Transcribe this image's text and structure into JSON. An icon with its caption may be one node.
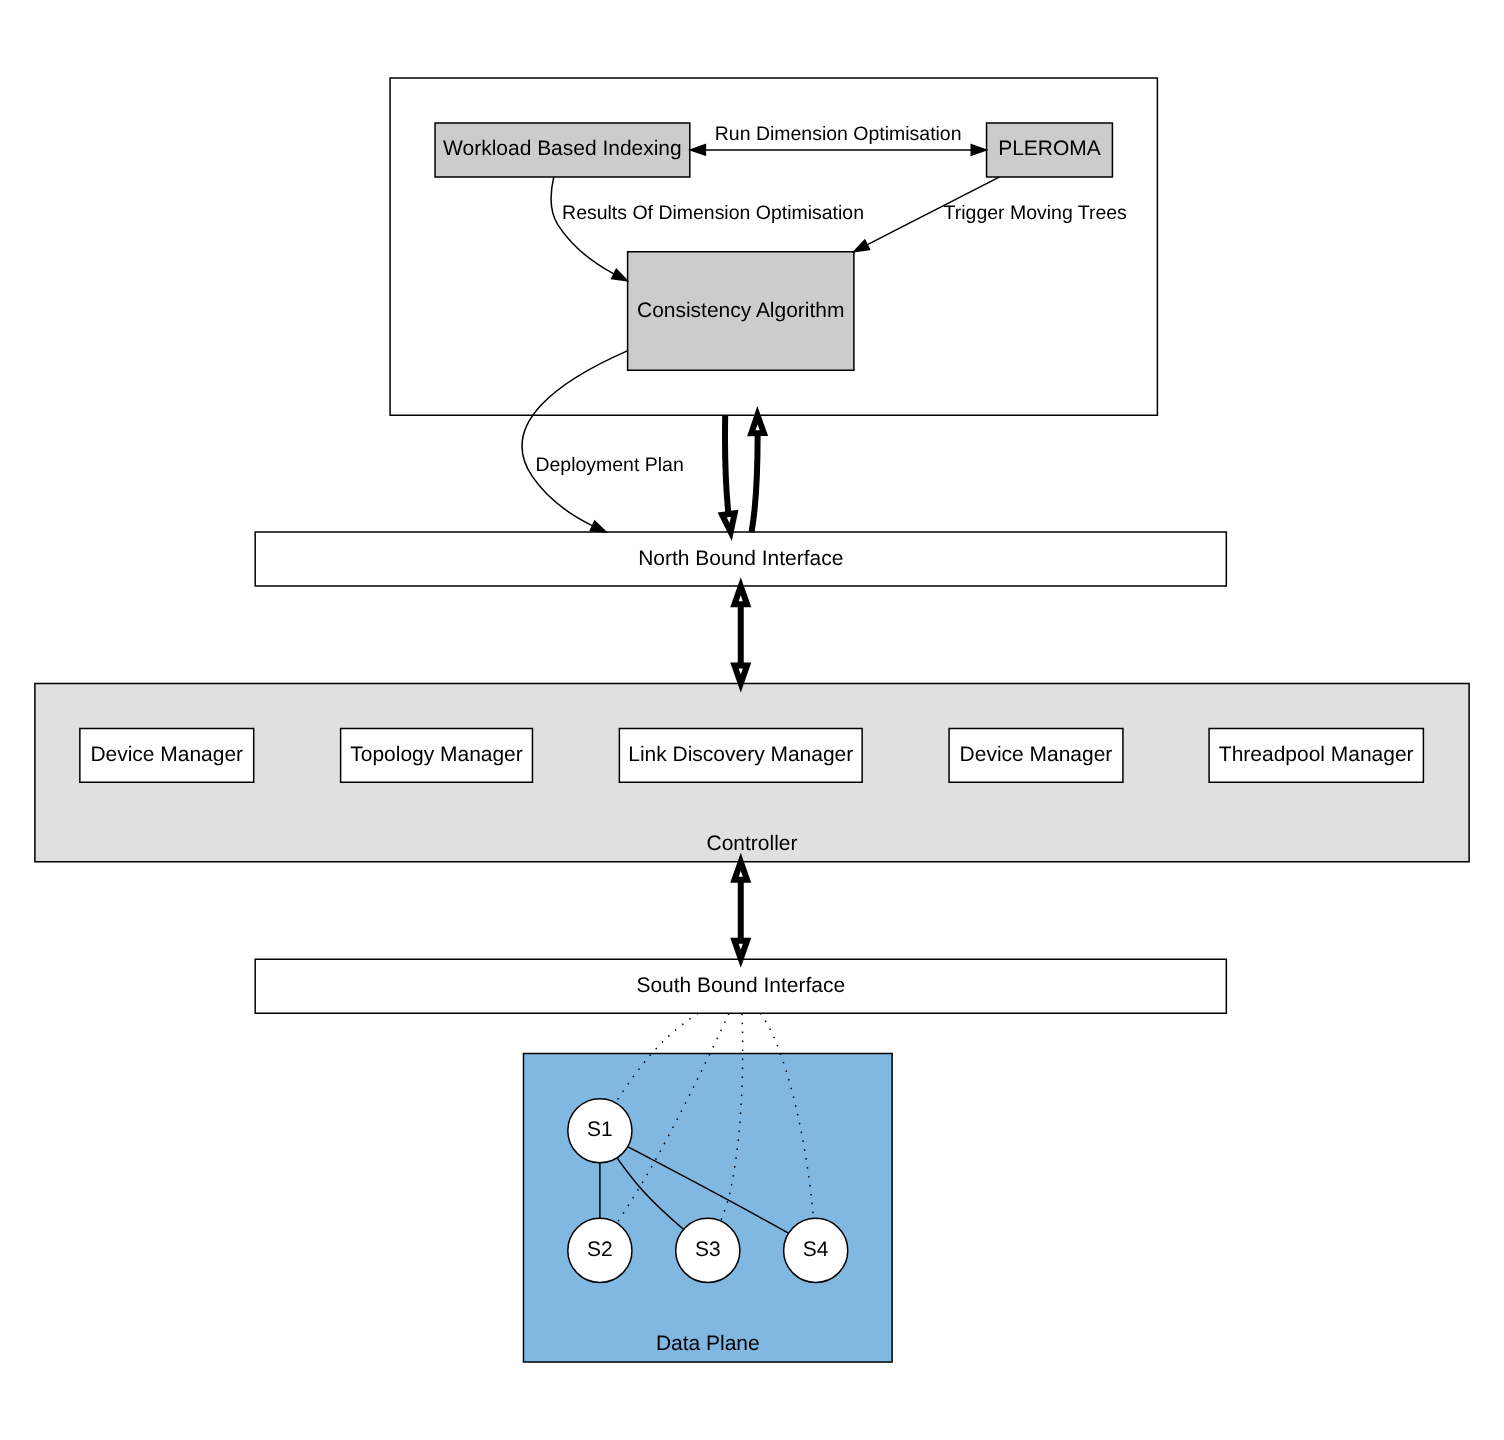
{
  "diagram": {
    "nodes": [
      {
        "text": [],
        "shape": "box"
      },
      {
        "text": [
          "Workload Based Indexing"
        ],
        "in": 0
      },
      {
        "text": [
          "PLEROMA"
        ],
        "in": 0
      },
      {
        "text": [
          "Consistency Algorithm"
        ],
        "in": 0
      },
      {
        "text": [
          "North Bound Interface"
        ]
      },
      {
        "text": [
          "Controller"
        ]
      },
      {
        "text": [
          "Device Manager"
        ],
        "in": 5
      },
      {
        "text": [
          "Topology Manager"
        ],
        "in": 5
      },
      {
        "text": [
          "Link Discovery Manager"
        ],
        "in": 5
      },
      {
        "text": [
          "Device Manager"
        ],
        "in": 5
      },
      {
        "text": [
          "Threadpool Manager"
        ],
        "in": 5
      },
      {
        "text": [
          "South Bound Interface"
        ]
      },
      {
        "text": [
          "Data Plane"
        ]
      },
      {
        "text": [
          "S1"
        ],
        "in": 12
      },
      {
        "text": [
          "S2"
        ],
        "in": 12
      },
      {
        "text": [
          "S3"
        ],
        "in": 12
      },
      {
        "text": [
          "S4"
        ],
        "in": 12
      }
    ],
    "edges": [
      {
        "from": 1,
        "to": 2,
        "arrow": "both",
        "label": "Run Dimension Optimisation"
      },
      {
        "from": 1,
        "to": 3,
        "arrow": "to",
        "label": "Results Of Dimension Optimisation"
      },
      {
        "from": 2,
        "to": 3,
        "arrow": "to",
        "label": "Trigger Moving Trees"
      },
      {
        "from": 3,
        "to": 4,
        "arrow": "to",
        "label": "Deployment Plan"
      },
      {
        "from": 0,
        "to": 4,
        "arrow": "to",
        "style": "thick"
      },
      {
        "from": 4,
        "to": 0,
        "arrow": "to",
        "style": "thick"
      },
      {
        "from": 4,
        "to": 5,
        "arrow": "both",
        "style": "thick"
      },
      {
        "from": 5,
        "to": 11,
        "arrow": "both",
        "style": "thick"
      },
      {
        "from": 11,
        "to": 14,
        "arrow": "none",
        "style": "dashed"
      },
      {
        "from": 11,
        "to": 13,
        "arrow": "none",
        "style": "dashed"
      },
      {
        "from": 11,
        "to": 15,
        "arrow": "none",
        "style": "dashed"
      },
      {
        "from": 11,
        "to": 16,
        "arrow": "none",
        "style": "dashed"
      },
      {
        "from": 13,
        "to": 14,
        "arrow": "none"
      },
      {
        "from": 13,
        "to": 15,
        "arrow": "none"
      },
      {
        "from": 13,
        "to": 16,
        "arrow": "none"
      }
    ]
  }
}
